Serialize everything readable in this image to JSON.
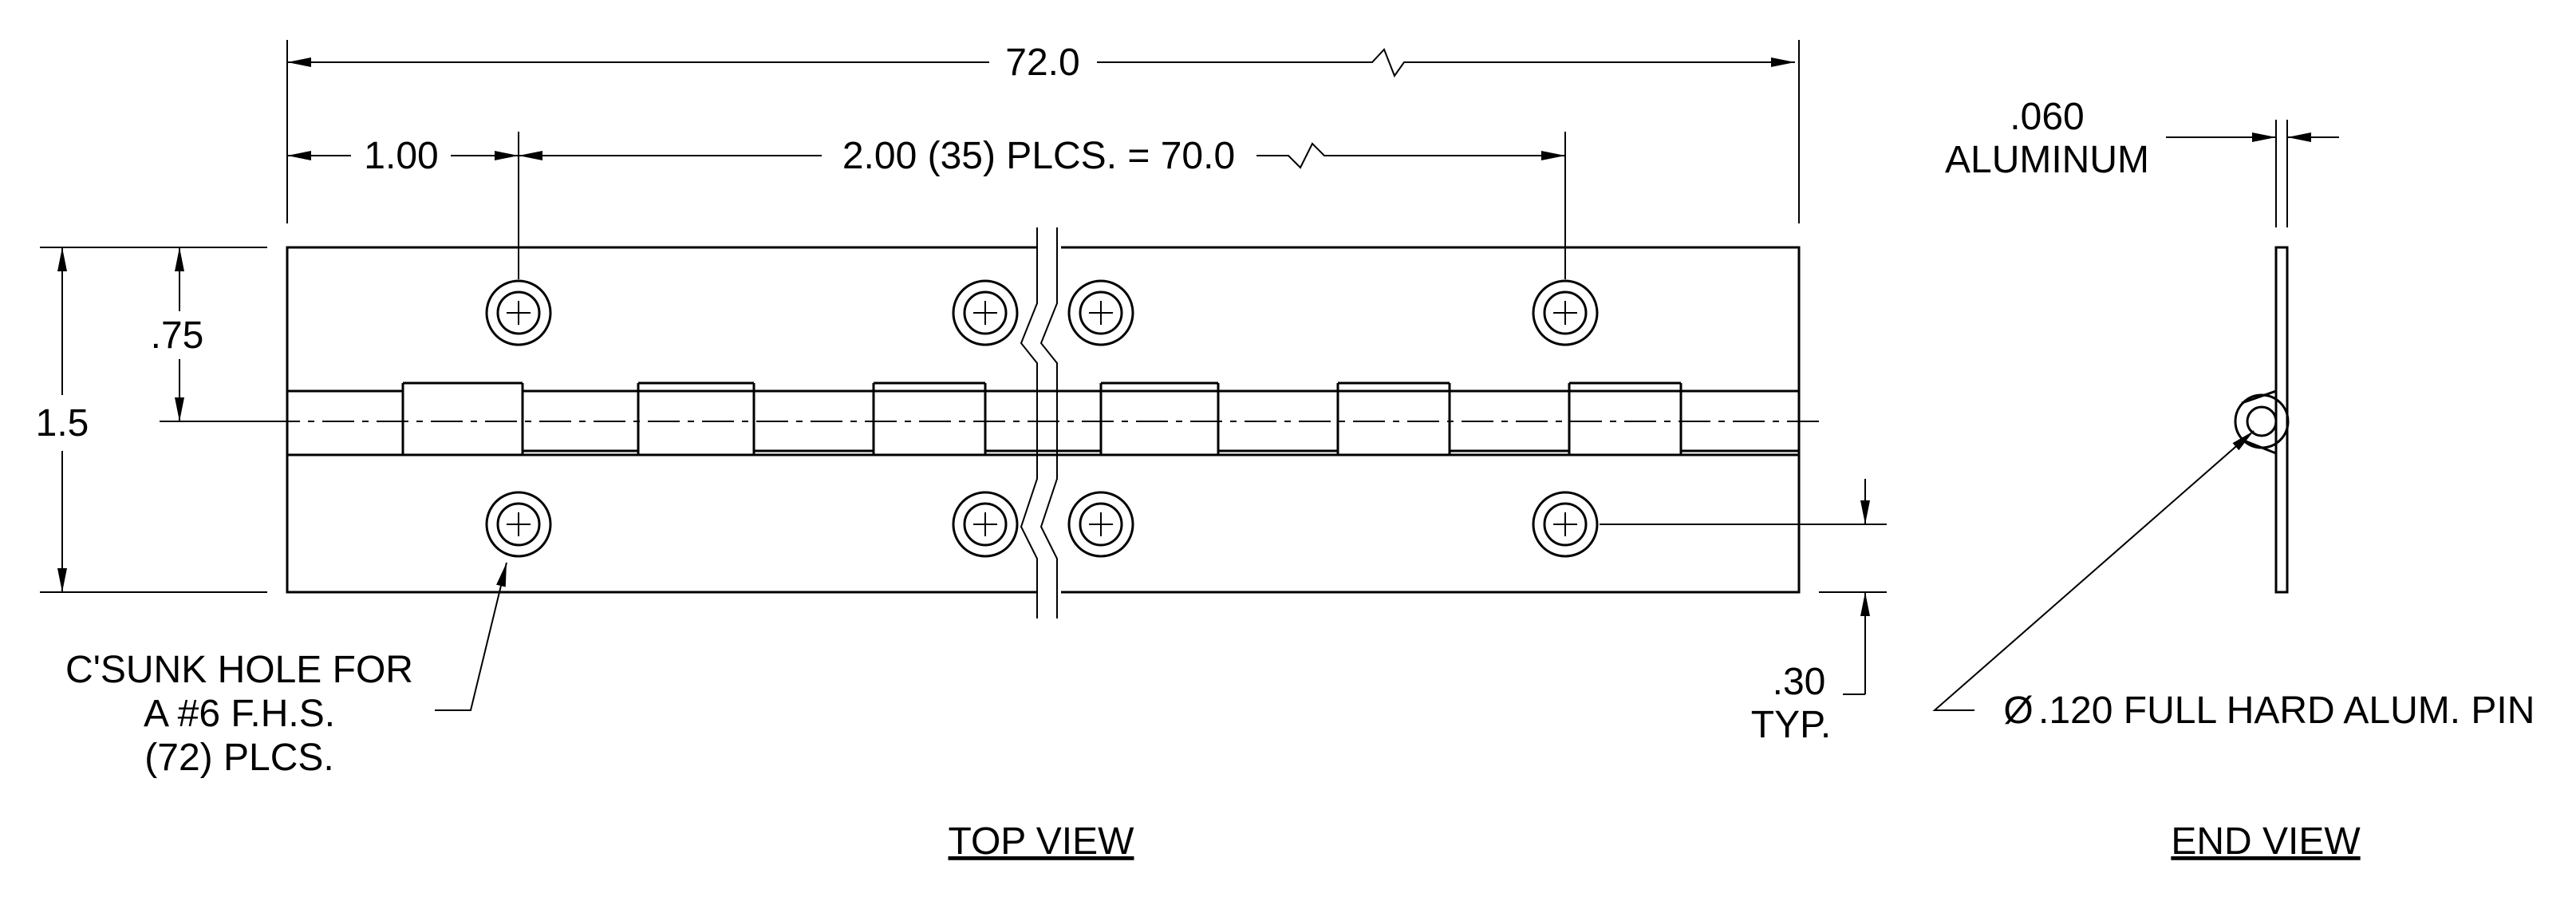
{
  "dimensions": {
    "overall_length": "72.0",
    "end_spacing": "1.00",
    "hole_pitch": "2.00 (35) PLCS. = 70.0",
    "width": "1.5",
    "hole_offset": ".75",
    "edge_distance_value": ".30",
    "edge_distance_typ": "TYP.",
    "thickness_value": ".060",
    "thickness_material": "ALUMINUM"
  },
  "notes": {
    "hole_line1": "C'SUNK HOLE FOR",
    "hole_line2": "A #6 F.H.S.",
    "hole_line3": "(72) PLCS.",
    "pin_symbol": "Ø",
    "pin_text": ".120 FULL HARD ALUM. PIN"
  },
  "views": {
    "top": "TOP VIEW",
    "end": "END VIEW"
  }
}
